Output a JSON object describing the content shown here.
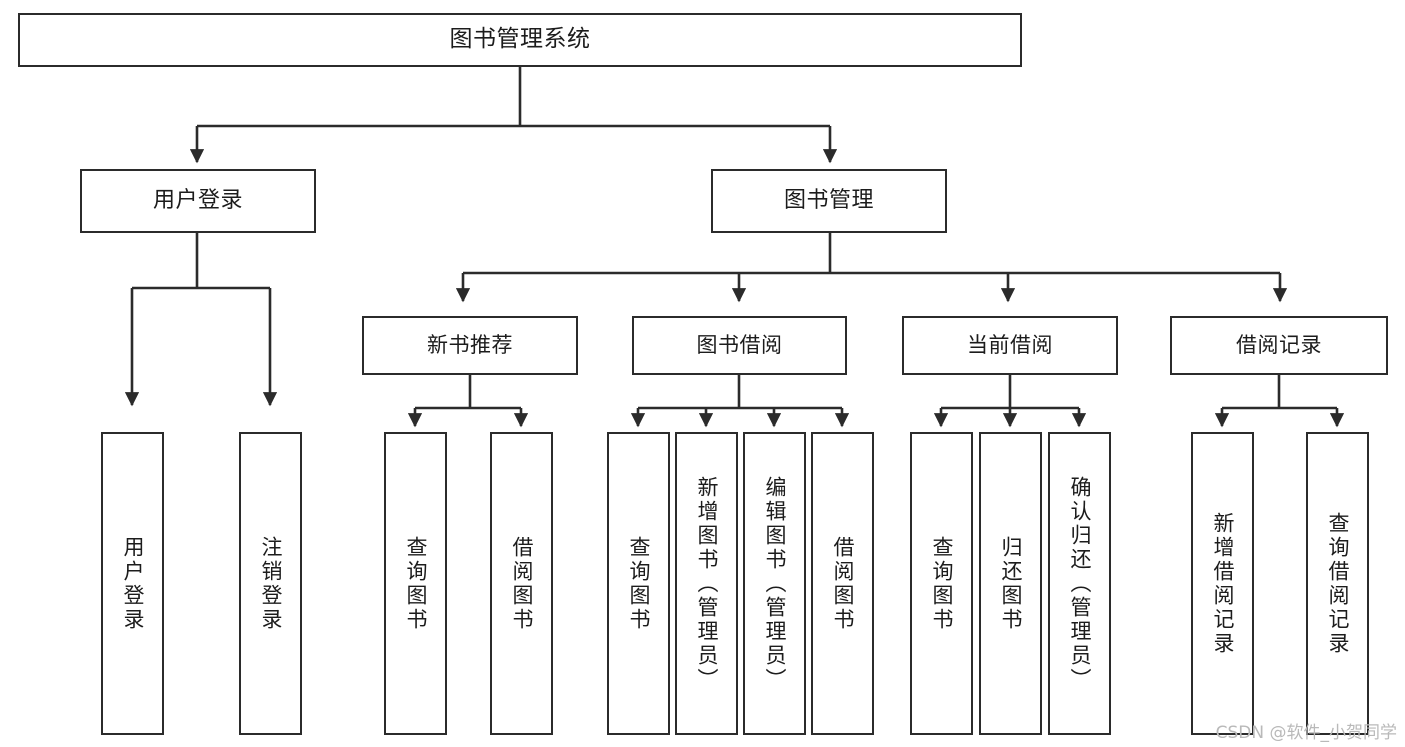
{
  "diagram": {
    "type": "tree-hierarchy-chart",
    "title": "图书管理系统",
    "watermark": "CSDN @软件_小贺同学",
    "colors": {
      "border": "#2b2b2b",
      "background": "#ffffff",
      "text": "#1c1c1c",
      "watermark": "#b9b9b9"
    },
    "nodes": {
      "root": {
        "label": "图书管理系统"
      },
      "level2": [
        {
          "id": "user-login",
          "label": "用户登录"
        },
        {
          "id": "book-manage",
          "label": "图书管理"
        }
      ],
      "level3": [
        {
          "id": "new-book-recommend",
          "label": "新书推荐"
        },
        {
          "id": "book-borrow",
          "label": "图书借阅"
        },
        {
          "id": "current-borrow",
          "label": "当前借阅"
        },
        {
          "id": "borrow-record",
          "label": "借阅记录"
        }
      ],
      "leaves": {
        "user_login": [
          {
            "id": "leaf-user-login",
            "label": "用户登录"
          },
          {
            "id": "leaf-logout-login",
            "label": "注销登录"
          }
        ],
        "new_book_recommend": [
          {
            "id": "leaf-query-book-1",
            "label": "查询图书"
          },
          {
            "id": "leaf-borrow-book-1",
            "label": "借阅图书"
          }
        ],
        "book_borrow": [
          {
            "id": "leaf-query-book-2",
            "label": "查询图书"
          },
          {
            "id": "leaf-add-book",
            "label": "新增图书（管理员）"
          },
          {
            "id": "leaf-edit-book",
            "label": "编辑图书（管理员）"
          },
          {
            "id": "leaf-borrow-book-2",
            "label": "借阅图书"
          }
        ],
        "current_borrow": [
          {
            "id": "leaf-query-book-3",
            "label": "查询图书"
          },
          {
            "id": "leaf-return-book",
            "label": "归还图书"
          },
          {
            "id": "leaf-confirm-return",
            "label": "确认归还（管理员）"
          }
        ],
        "borrow_record": [
          {
            "id": "leaf-add-record",
            "label": "新增借阅记录"
          },
          {
            "id": "leaf-query-record",
            "label": "查询借阅记录"
          }
        ]
      }
    }
  }
}
